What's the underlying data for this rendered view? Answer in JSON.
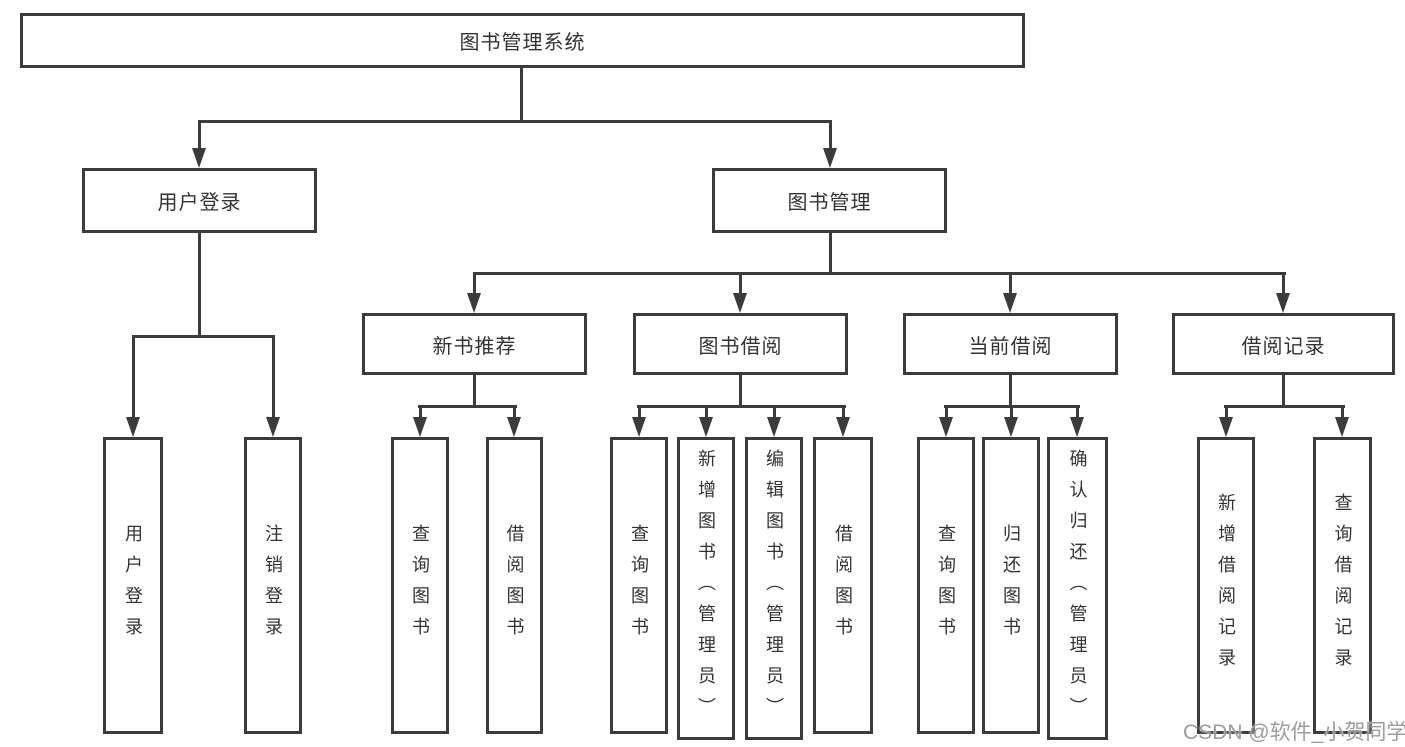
{
  "tree": {
    "label": "图书管理系统",
    "children": [
      {
        "label": "用户登录",
        "children": [
          {
            "label": "用户登录"
          },
          {
            "label": "注销登录"
          }
        ]
      },
      {
        "label": "图书管理",
        "children": [
          {
            "label": "新书推荐",
            "children": [
              {
                "label": "查询图书"
              },
              {
                "label": "借阅图书"
              }
            ]
          },
          {
            "label": "图书借阅",
            "children": [
              {
                "label": "查询图书"
              },
              {
                "label": "新增图书（管理员）"
              },
              {
                "label": "编辑图书（管理员）"
              },
              {
                "label": "借阅图书"
              }
            ]
          },
          {
            "label": "当前借阅",
            "children": [
              {
                "label": "查询图书"
              },
              {
                "label": "归还图书"
              },
              {
                "label": "确认归还（管理员）"
              }
            ]
          },
          {
            "label": "借阅记录",
            "children": [
              {
                "label": "新增借阅记录"
              },
              {
                "label": "查询借阅记录"
              }
            ]
          }
        ]
      }
    ]
  },
  "watermark": {
    "text": "CSDN @软件_小贺同学"
  },
  "colors": {
    "line": "#3b3b3b",
    "text": "#333333",
    "watermark": "#9c9c9c",
    "background": "#ffffff"
  }
}
